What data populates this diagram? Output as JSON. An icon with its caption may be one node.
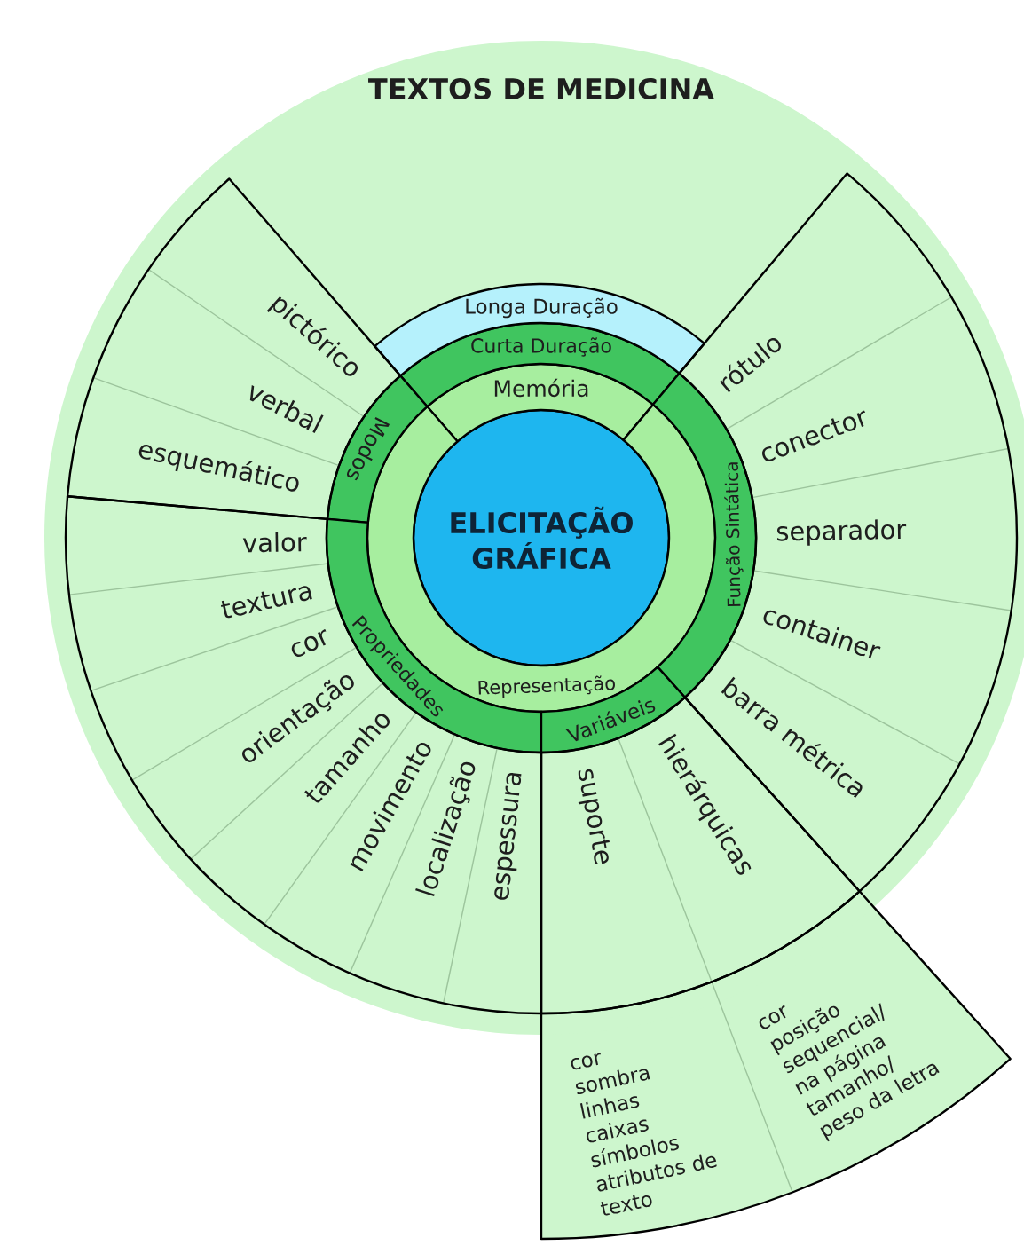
{
  "diagram": {
    "nodes": [
      {
        "text": [
          "TEXTOS DE MEDICINA"
        ]
      },
      {
        "text": [
          "ELICITAÇÃO GRÁFICA"
        ],
        "in": 0
      },
      {
        "text": [
          "Memória"
        ],
        "in": 0
      },
      {
        "text": [
          "Representação"
        ],
        "in": 0
      },
      {
        "text": [
          "Curta Duração"
        ],
        "in": 0
      },
      {
        "text": [
          "Longa Duração"
        ],
        "in": 0
      },
      {
        "text": [
          "Modos"
        ],
        "in": 0
      },
      {
        "text": [
          "Função Sintática"
        ],
        "in": 0
      },
      {
        "text": [
          "Propriedades"
        ],
        "in": 0
      },
      {
        "text": [
          "Variáveis"
        ],
        "in": 0
      },
      {
        "text": [
          "pictórico"
        ],
        "in": 0
      },
      {
        "text": [
          "verbal"
        ],
        "in": 0
      },
      {
        "text": [
          "esquemático"
        ],
        "in": 0
      },
      {
        "text": [
          "rótulo"
        ],
        "in": 0
      },
      {
        "text": [
          "conector"
        ],
        "in": 0
      },
      {
        "text": [
          "separador"
        ],
        "in": 0
      },
      {
        "text": [
          "container"
        ],
        "in": 0
      },
      {
        "text": [
          "barra métrica"
        ],
        "in": 0
      },
      {
        "text": [
          "valor"
        ],
        "in": 0
      },
      {
        "text": [
          "textura"
        ],
        "in": 0
      },
      {
        "text": [
          "cor"
        ],
        "in": 0
      },
      {
        "text": [
          "orientação"
        ],
        "in": 0
      },
      {
        "text": [
          "tamanho"
        ],
        "in": 0
      },
      {
        "text": [
          "movimento"
        ],
        "in": 0
      },
      {
        "text": [
          "localização"
        ],
        "in": 0
      },
      {
        "text": [
          "espessura"
        ],
        "in": 0
      },
      {
        "text": [
          "suporte"
        ],
        "in": 0
      },
      {
        "text": [
          "hierárquicas"
        ],
        "in": 0
      },
      {
        "text": [
          "cor",
          "sombra",
          "linhas",
          "caixas",
          "símbolos",
          "atributos de texto"
        ]
      },
      {
        "text": [
          "cor",
          "posição sequencial/ na página",
          "tamanho/ peso da letra"
        ]
      }
    ]
  }
}
